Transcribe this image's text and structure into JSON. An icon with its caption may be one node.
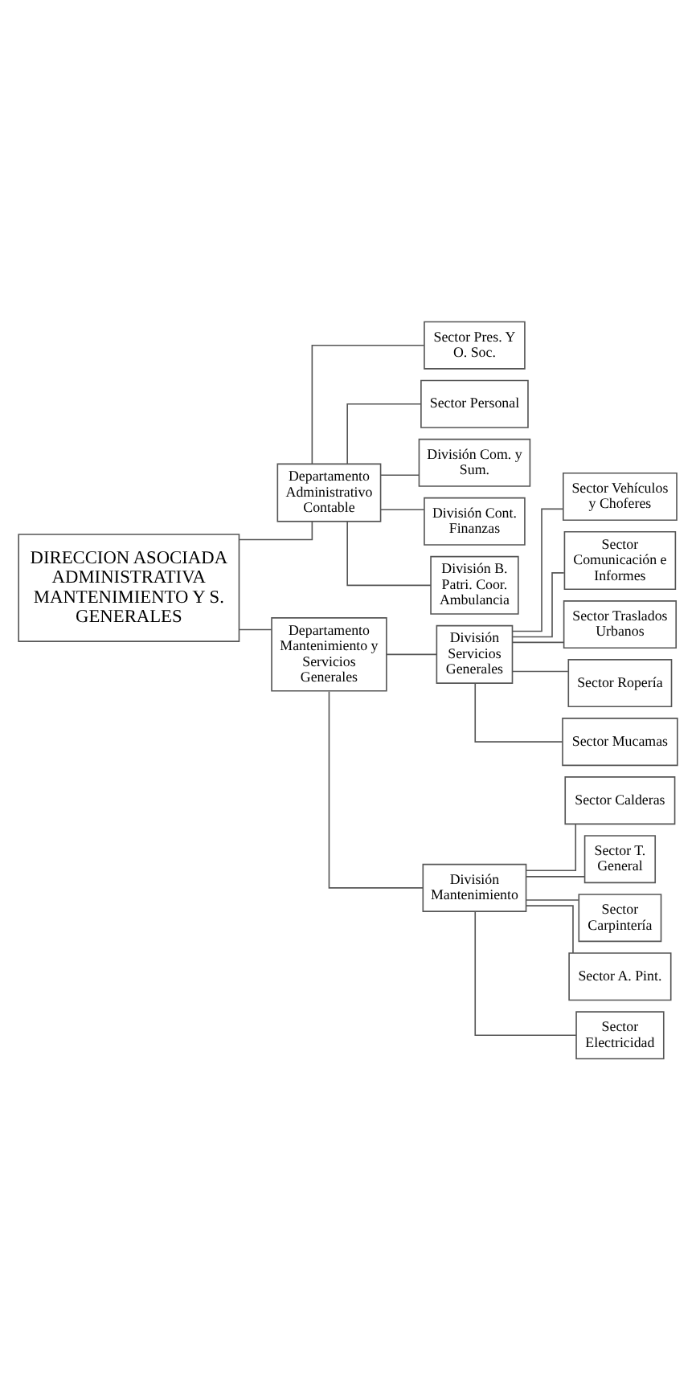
{
  "diagram": {
    "nodes": [
      {
        "text": [
          "DIRECCION ASOCIADA ADMINISTRATIVA MANTENIMIENTO Y S. GENERALES"
        ]
      },
      {
        "text": [
          "Departamento Administrativo Contable"
        ]
      },
      {
        "text": [
          "Departamento Mantenimiento y Servicios Generales"
        ]
      },
      {
        "text": [
          "Sector Pres. Y O. Soc."
        ]
      },
      {
        "text": [
          "Sector Personal"
        ]
      },
      {
        "text": [
          "División Com. y Sum."
        ]
      },
      {
        "text": [
          "División Cont. Finanzas"
        ]
      },
      {
        "text": [
          "División B. Patri. Coor. Ambulancia"
        ]
      },
      {
        "text": [
          "División Servicios Generales"
        ]
      },
      {
        "text": [
          "División Mantenimiento"
        ]
      },
      {
        "text": [
          "Sector Vehículos y Choferes"
        ]
      },
      {
        "text": [
          "Sector Comunicación e Informes"
        ]
      },
      {
        "text": [
          "Sector Traslados Urbanos"
        ]
      },
      {
        "text": [
          "Sector Ropería"
        ]
      },
      {
        "text": [
          "Sector Mucamas"
        ]
      },
      {
        "text": [
          "Sector Calderas"
        ]
      },
      {
        "text": [
          "Sector T. General"
        ]
      },
      {
        "text": [
          "Sector Carpintería"
        ]
      },
      {
        "text": [
          "Sector A. Pint."
        ]
      },
      {
        "text": [
          "Sector Electricidad"
        ]
      }
    ],
    "edges": [
      {
        "from": 0,
        "to": 1,
        "arrow": "none"
      },
      {
        "from": 0,
        "to": 2,
        "arrow": "none"
      },
      {
        "from": 1,
        "to": 3,
        "arrow": "none"
      },
      {
        "from": 1,
        "to": 4,
        "arrow": "none"
      },
      {
        "from": 1,
        "to": 5,
        "arrow": "none"
      },
      {
        "from": 1,
        "to": 6,
        "arrow": "none"
      },
      {
        "from": 1,
        "to": 7,
        "arrow": "none"
      },
      {
        "from": 2,
        "to": 8,
        "arrow": "none"
      },
      {
        "from": 2,
        "to": 9,
        "arrow": "none"
      },
      {
        "from": 8,
        "to": 10,
        "arrow": "none"
      },
      {
        "from": 8,
        "to": 11,
        "arrow": "none"
      },
      {
        "from": 8,
        "to": 12,
        "arrow": "none"
      },
      {
        "from": 8,
        "to": 13,
        "arrow": "none"
      },
      {
        "from": 8,
        "to": 14,
        "arrow": "none"
      },
      {
        "from": 9,
        "to": 15,
        "arrow": "none"
      },
      {
        "from": 9,
        "to": 16,
        "arrow": "none"
      },
      {
        "from": 9,
        "to": 17,
        "arrow": "none"
      },
      {
        "from": 9,
        "to": 18,
        "arrow": "none"
      },
      {
        "from": 9,
        "to": 19,
        "arrow": "none"
      }
    ]
  }
}
